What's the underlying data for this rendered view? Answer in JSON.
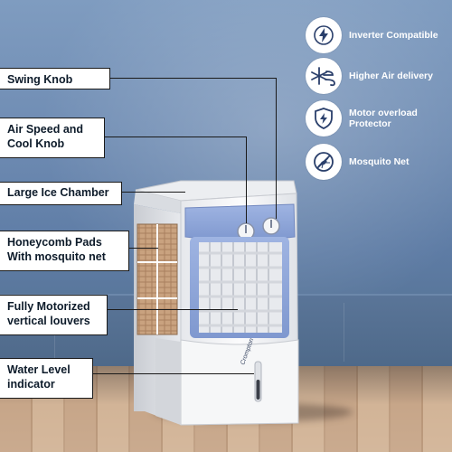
{
  "labels": {
    "swing_knob": "Swing Knob",
    "air_speed_line1": "Air Speed and",
    "air_speed_line2": "Cool Knob",
    "large_ice_chamber": "Large Ice Chamber",
    "honeycomb_line1": "Honeycomb Pads",
    "honeycomb_line2": "With mosquito net",
    "louvers_line1": "Fully Motorized",
    "louvers_line2": "vertical louvers",
    "water_level_line1": "Water Level",
    "water_level_line2": "indicator"
  },
  "features": [
    {
      "icon": "lightning-bolt-icon",
      "text": "Inverter Compatible"
    },
    {
      "icon": "snowflake-wind-icon",
      "text": "Higher Air delivery"
    },
    {
      "icon": "shield-bolt-icon",
      "text": "Motor overload\nProtector"
    },
    {
      "icon": "mosquito-no-icon",
      "text": "Mosquito Net"
    }
  ],
  "brand": "Crompton",
  "colors": {
    "wall": "#6f8cb3",
    "accent_blue": "#8ea6d8",
    "body_white": "#f2f3f5",
    "floor": "#c7a689",
    "feature_icon": "#2a3f6b"
  }
}
